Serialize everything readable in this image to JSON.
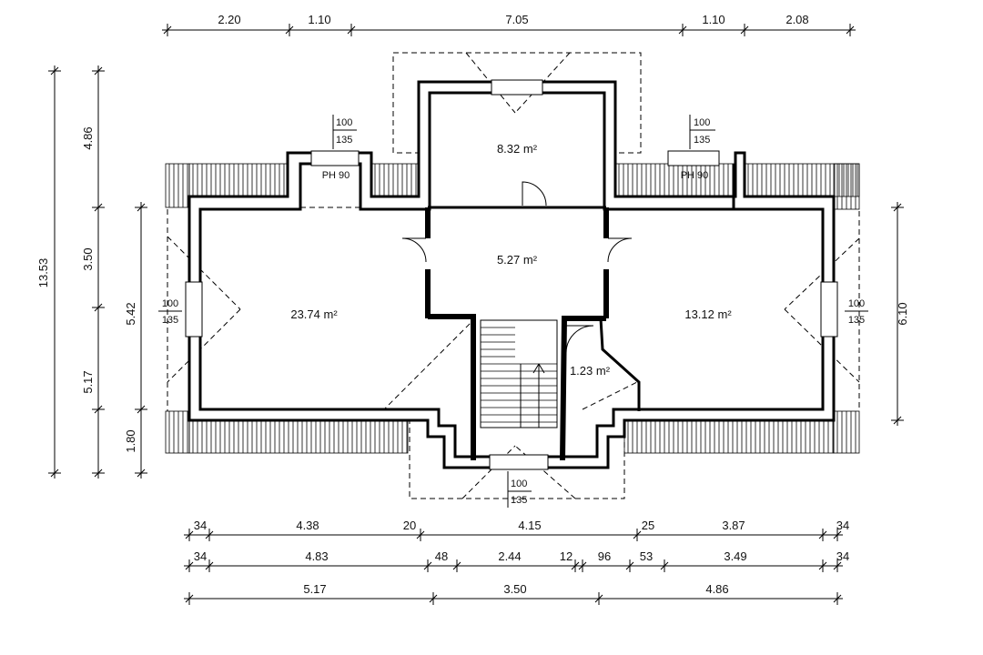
{
  "rooms": {
    "hall": "5.27 m²",
    "room_top": "8.32 m²",
    "room_left": "23.74 m²",
    "room_right": "13.12 m²",
    "bath": "1.23 m²"
  },
  "windows": {
    "ph_left": "PH 90",
    "ph_right": "PH 90",
    "w_top_left": {
      "top": "100",
      "bottom": "135"
    },
    "w_top_right": {
      "top": "100",
      "bottom": "135"
    },
    "w_left": {
      "top": "100",
      "bottom": "135"
    },
    "w_right": {
      "top": "100",
      "bottom": "135"
    },
    "w_bottom": {
      "top": "100",
      "bottom": "135"
    }
  },
  "dims": {
    "top": [
      "2.20",
      "1.10",
      "7.05",
      "1.10",
      "2.08"
    ],
    "left_outer": "13.53",
    "left_mid": [
      "4.86",
      "3.50",
      "5.17",
      "1.80"
    ],
    "left_inner": "5.42",
    "right": "6.10",
    "bottom_row1": [
      "34",
      "4.38",
      "20",
      "4.15",
      "25",
      "3.87",
      "34"
    ],
    "bottom_row2": [
      "34",
      "4.83",
      "48",
      "2.44",
      "12",
      "96",
      "53",
      "3.49",
      "34"
    ],
    "bottom_row3": [
      "5.17",
      "3.50",
      "4.86"
    ]
  }
}
